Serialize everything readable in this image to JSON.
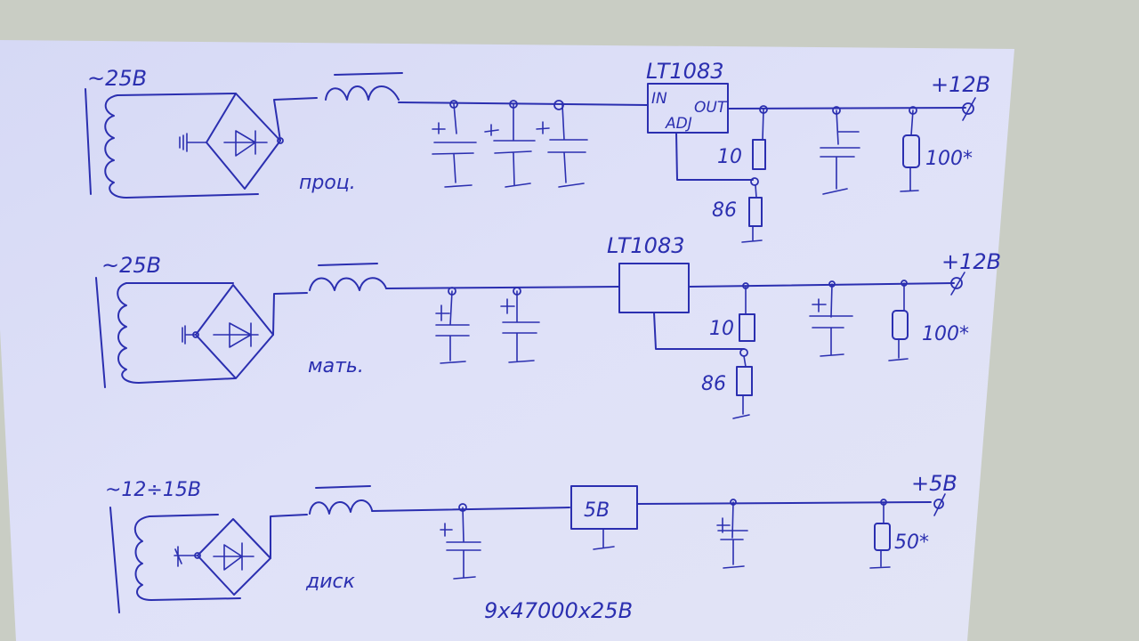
{
  "title": "Hand-drawn power supply schematics",
  "colors": {
    "ink": "#2b2fb0",
    "paper": "#dcdff7",
    "background": "#c9cdc4"
  },
  "circuits": [
    {
      "id": "cpu",
      "input_label": "~25B",
      "name_label": "проц.",
      "regulator": {
        "label": "LT1083",
        "pins": {
          "in": "IN",
          "out": "OUT",
          "adj": "ADJ"
        }
      },
      "resistor_top": "10",
      "resistor_bottom": "86",
      "load_resistor": "100*",
      "output_label": "+12B",
      "input_caps": 3
    },
    {
      "id": "motherboard",
      "input_label": "~25B",
      "name_label": "мать.",
      "regulator": {
        "label": "LT1083"
      },
      "resistor_top": "10",
      "resistor_bottom": "86",
      "load_resistor": "100*",
      "output_label": "+12B",
      "input_caps": 2
    },
    {
      "id": "disk",
      "input_label": "~12÷15B",
      "name_label": "диск",
      "regulator": {
        "label": "5B"
      },
      "load_resistor": "50*",
      "output_label": "+5B",
      "input_caps": 1
    }
  ],
  "note": "9x47000x25B"
}
